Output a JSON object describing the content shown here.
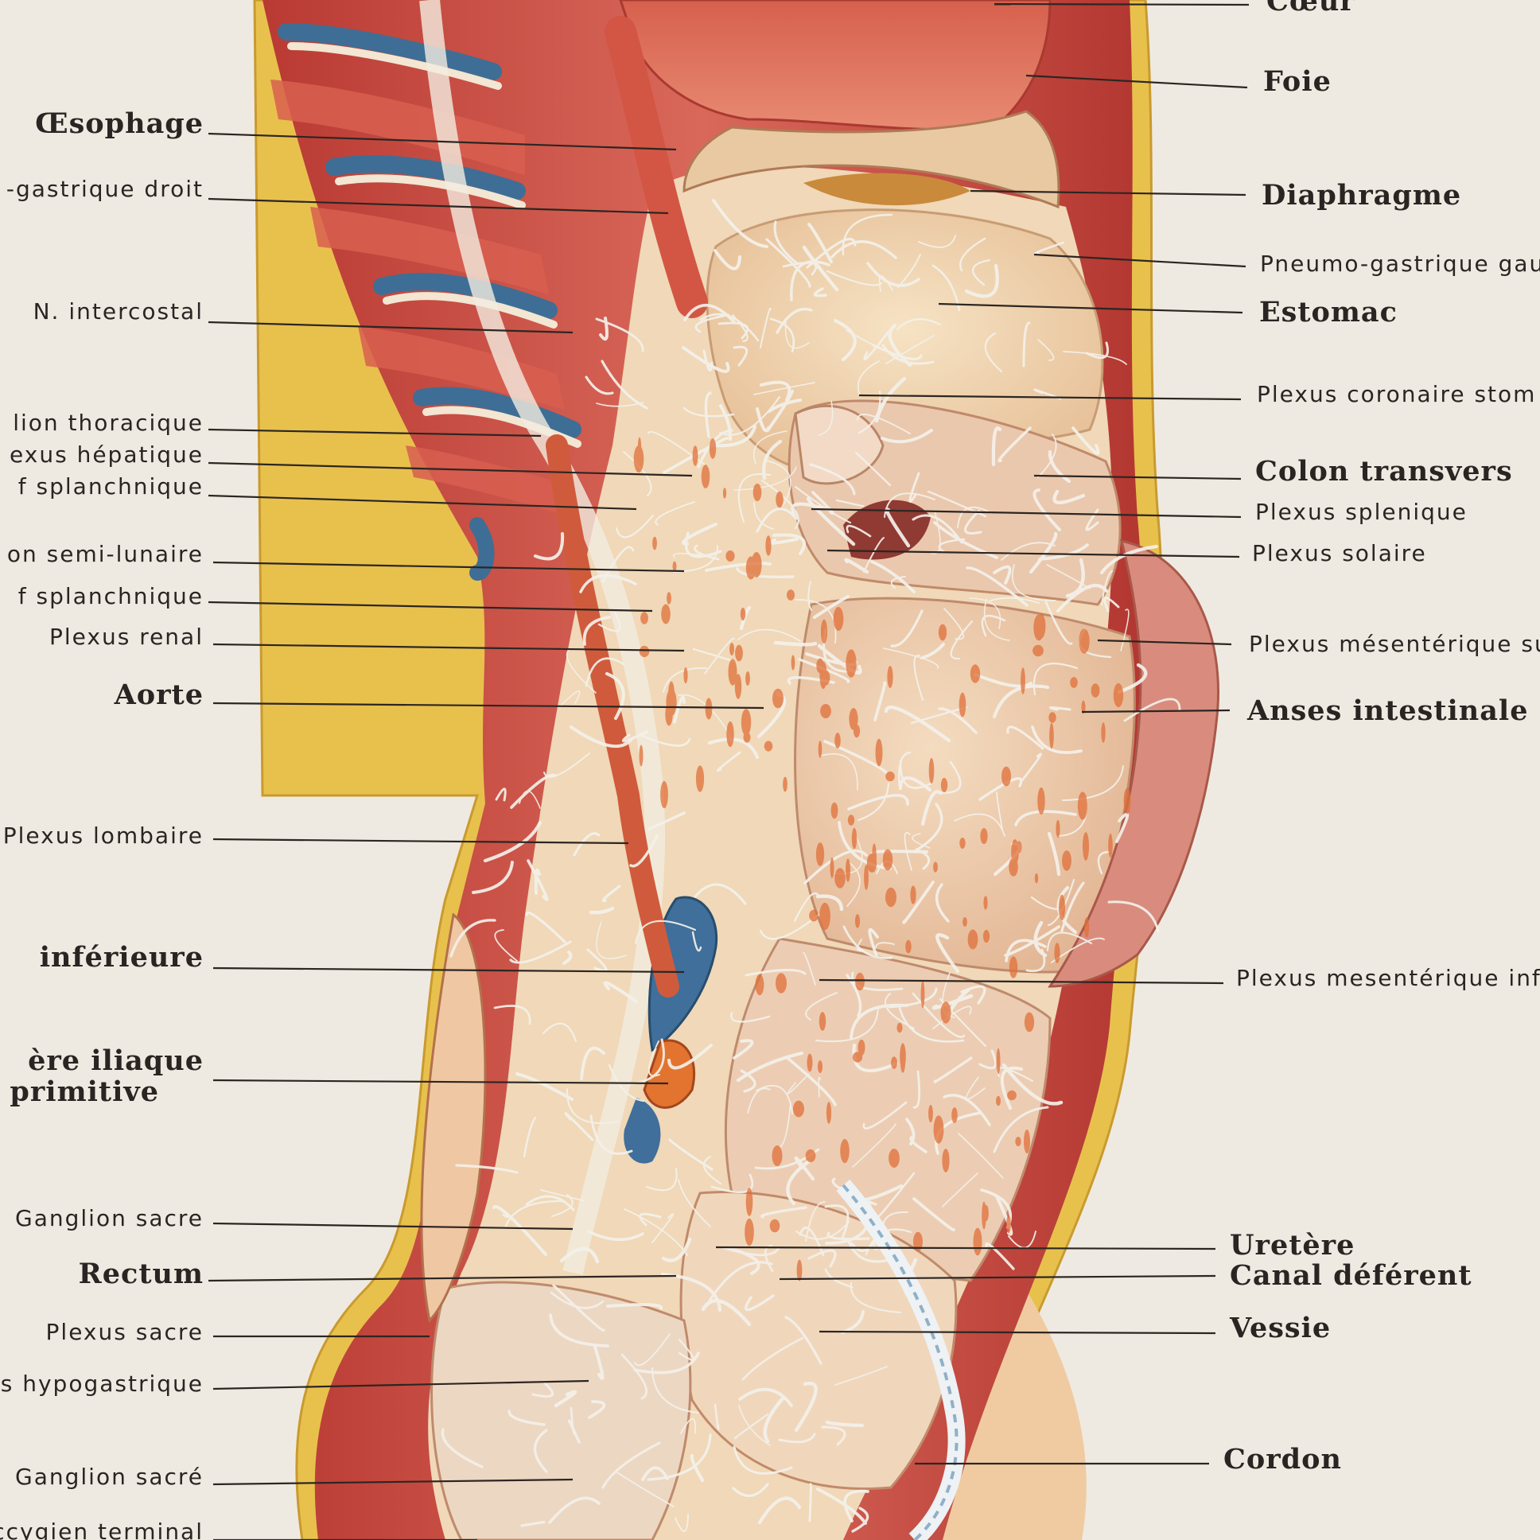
{
  "left_labels": [
    {
      "id": "oesophage",
      "text": "Œsophage",
      "bold": true
    },
    {
      "id": "pneumo-droit",
      "text": "-gastrique droit",
      "bold": false
    },
    {
      "id": "intercostal",
      "text": "N. intercostal",
      "bold": false
    },
    {
      "id": "ganglion-thoracique",
      "text": "lion thoracique",
      "bold": false
    },
    {
      "id": "plexus-hepatique",
      "text": "exus hépatique",
      "bold": false
    },
    {
      "id": "grand-splanchnique",
      "text": "f splanchnique",
      "bold": false
    },
    {
      "id": "ganglion-semi-lunaire",
      "text": "on semi-lunaire",
      "bold": false
    },
    {
      "id": "petit-splanchnique",
      "text": "f splanchnique",
      "bold": false
    },
    {
      "id": "plexus-renal",
      "text": "Plexus renal",
      "bold": false
    },
    {
      "id": "aorte",
      "text": "Aorte",
      "bold": true
    },
    {
      "id": "plexus-lombaire",
      "text": "Plexus lombaire",
      "bold": false
    },
    {
      "id": "veine-cave-inferieure",
      "text": "inférieure",
      "bold": true
    },
    {
      "id": "artere-iliaque-1",
      "text": "ère iliaque",
      "bold": true
    },
    {
      "id": "artere-iliaque-2",
      "text": "primitive",
      "bold": true
    },
    {
      "id": "ganglion-sacre-1",
      "text": "Ganglion sacre",
      "bold": false
    },
    {
      "id": "rectum",
      "text": "Rectum",
      "bold": true
    },
    {
      "id": "plexus-sacre",
      "text": "Plexus sacre",
      "bold": false
    },
    {
      "id": "plexus-hypogastrique",
      "text": "s hypogastrique",
      "bold": false
    },
    {
      "id": "ganglion-sacre-2",
      "text": "Ganglion sacré",
      "bold": false
    },
    {
      "id": "coccygien-terminal",
      "text": "ccygien terminal",
      "bold": false
    }
  ],
  "right_labels": [
    {
      "id": "coeur",
      "text": "Cœur",
      "bold": true
    },
    {
      "id": "foie",
      "text": "Foie",
      "bold": true
    },
    {
      "id": "diaphragme",
      "text": "Diaphragme",
      "bold": true
    },
    {
      "id": "pneumo-gauche",
      "text": "Pneumo-gastrique gau",
      "bold": false
    },
    {
      "id": "estomac",
      "text": "Estomac",
      "bold": true
    },
    {
      "id": "plexus-coronaire",
      "text": "Plexus coronaire stom",
      "bold": false
    },
    {
      "id": "colon-transverse",
      "text": "Colon transvers",
      "bold": true
    },
    {
      "id": "plexus-splenique",
      "text": "Plexus splenique",
      "bold": false
    },
    {
      "id": "plexus-solaire",
      "text": "Plexus solaire",
      "bold": false
    },
    {
      "id": "plexus-mesenterique-sup",
      "text": "Plexus mésentérique su",
      "bold": false
    },
    {
      "id": "anses-intestinales",
      "text": "Anses intestinale",
      "bold": true
    },
    {
      "id": "plexus-mesenterique-inf",
      "text": "Plexus mesentérique inf",
      "bold": false
    },
    {
      "id": "uretere",
      "text": "Uretère",
      "bold": true
    },
    {
      "id": "canal-deferent",
      "text": "Canal déférent",
      "bold": true
    },
    {
      "id": "vessie",
      "text": "Vessie",
      "bold": true
    },
    {
      "id": "cordon",
      "text": "Cordon",
      "bold": true
    }
  ],
  "colors": {
    "paper": "#efeae1",
    "text": "#2a2522",
    "muscle": "#c4443a",
    "viscera": "#efcfa6",
    "nerve": "#f4f1ea",
    "vein": "#3f6f9a",
    "fat": "#e8c14d"
  }
}
